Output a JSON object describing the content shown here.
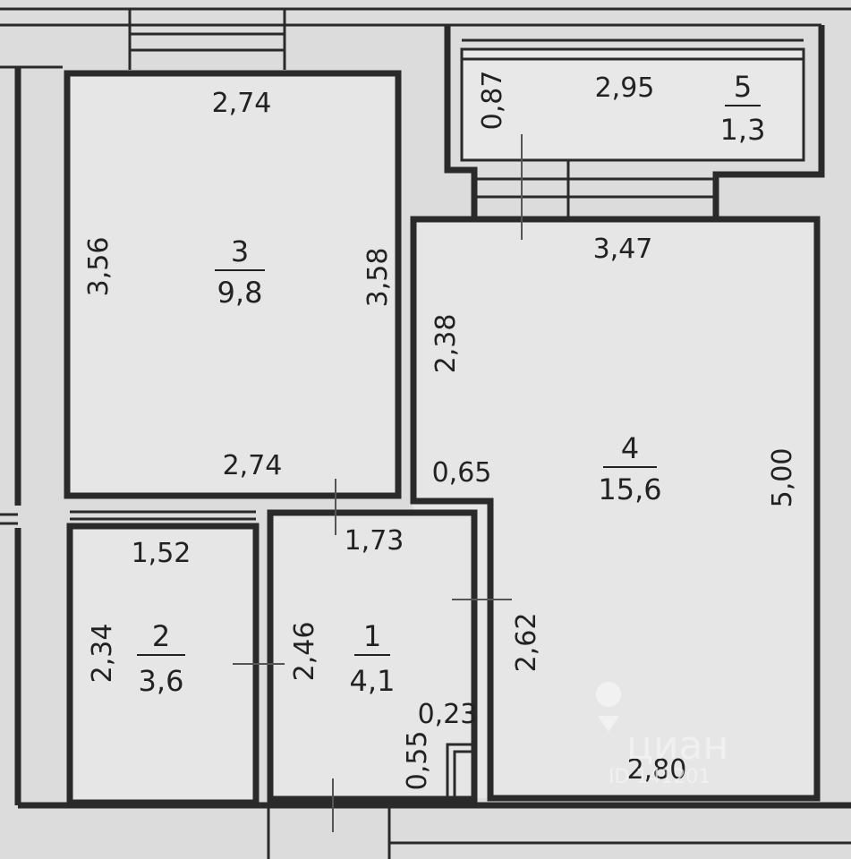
{
  "rooms": [
    {
      "id": "room-1",
      "number": "1",
      "area": "4,1"
    },
    {
      "id": "room-2",
      "number": "2",
      "area": "3,6"
    },
    {
      "id": "room-3",
      "number": "3",
      "area": "9,8"
    },
    {
      "id": "room-4",
      "number": "4",
      "area": "15,6"
    },
    {
      "id": "room-5",
      "number": "5",
      "area": "1,3"
    }
  ],
  "dimensions": {
    "room3_top": "2,74",
    "room3_left": "3,56",
    "room3_right": "3,58",
    "room3_bottom": "2,74",
    "room2_top": "1,52",
    "room2_left": "2,34",
    "room1_top": "1,73",
    "room1_left": "2,46",
    "room1_niche_w": "0,23",
    "room1_niche_h": "0,55",
    "room4_top": "3,47",
    "room4_left_upper": "2,38",
    "room4_step": "0,65",
    "room4_right": "5,00",
    "room4_left_lower": "2,62",
    "room4_bottom": "2,80",
    "balcony_depth": "0,87",
    "balcony_width": "2,95"
  },
  "watermark": {
    "brand": "циан",
    "id_text": "ID 141201"
  },
  "colors": {
    "background": "#dcdcdc",
    "room_fill": "#e8e8e8",
    "wall": "#2a2a2a"
  }
}
